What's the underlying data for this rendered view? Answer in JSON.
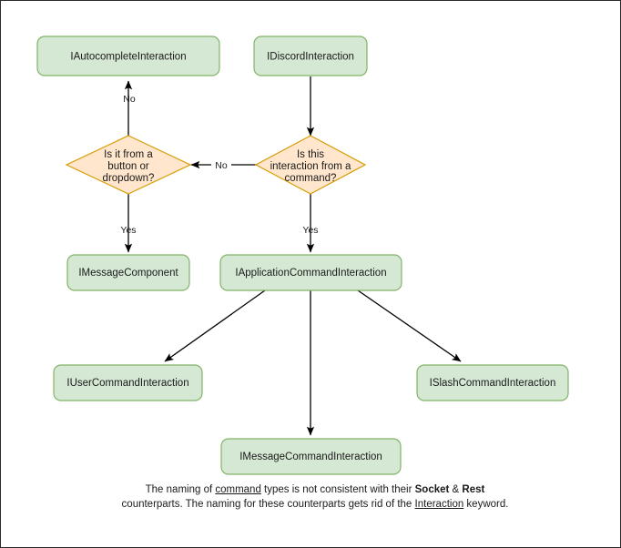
{
  "diagram": {
    "type": "flowchart",
    "background": "#ffffff",
    "frame_border_color": "#2b2b2b",
    "colors": {
      "box_fill": "#d5e8d4",
      "box_stroke": "#82b366",
      "diamond_fill": "#ffe6cc",
      "diamond_stroke": "#d79b00",
      "edge": "#000000",
      "text": "#1a1a1a"
    },
    "nodes": {
      "autocomplete": {
        "label": "IAutocompleteInteraction",
        "shape": "rounded-rect"
      },
      "discord": {
        "label": "IDiscordInteraction",
        "shape": "rounded-rect"
      },
      "decision_button": {
        "shape": "diamond",
        "lines": [
          "Is it from a",
          "button or",
          "dropdown?"
        ]
      },
      "decision_command": {
        "shape": "diamond",
        "lines": [
          "Is this",
          "interaction from a",
          "command?"
        ]
      },
      "message_component": {
        "label": "IMessageComponent",
        "shape": "rounded-rect"
      },
      "application_command": {
        "label": "IApplicationCommandInteraction",
        "shape": "rounded-rect"
      },
      "user_command": {
        "label": "IUserCommandInteraction",
        "shape": "rounded-rect"
      },
      "slash_command": {
        "label": "ISlashCommandInteraction",
        "shape": "rounded-rect"
      },
      "message_command": {
        "label": "IMessageCommandInteraction",
        "shape": "rounded-rect"
      }
    },
    "edges": [
      {
        "from": "decision_button",
        "to": "autocomplete",
        "label": "No"
      },
      {
        "from": "discord",
        "to": "decision_command",
        "label": ""
      },
      {
        "from": "decision_command",
        "to": "decision_button",
        "label": "No"
      },
      {
        "from": "decision_button",
        "to": "message_component",
        "label": "Yes"
      },
      {
        "from": "decision_command",
        "to": "application_command",
        "label": "Yes"
      },
      {
        "from": "application_command",
        "to": "user_command",
        "label": ""
      },
      {
        "from": "application_command",
        "to": "message_command",
        "label": ""
      },
      {
        "from": "application_command",
        "to": "slash_command",
        "label": ""
      }
    ]
  },
  "caption": {
    "line1_pre": "The naming of ",
    "line1_underline": "command",
    "line1_post": " types is not consistent with their",
    "line2_bold1": "Socket",
    "line2_amp": " & ",
    "line2_bold2": "Rest",
    "line2_post": " counterparts. The naming for these",
    "line3_pre": "counterparts gets rid of the ",
    "line3_underline": "Interaction",
    "line3_post": " keyword."
  }
}
